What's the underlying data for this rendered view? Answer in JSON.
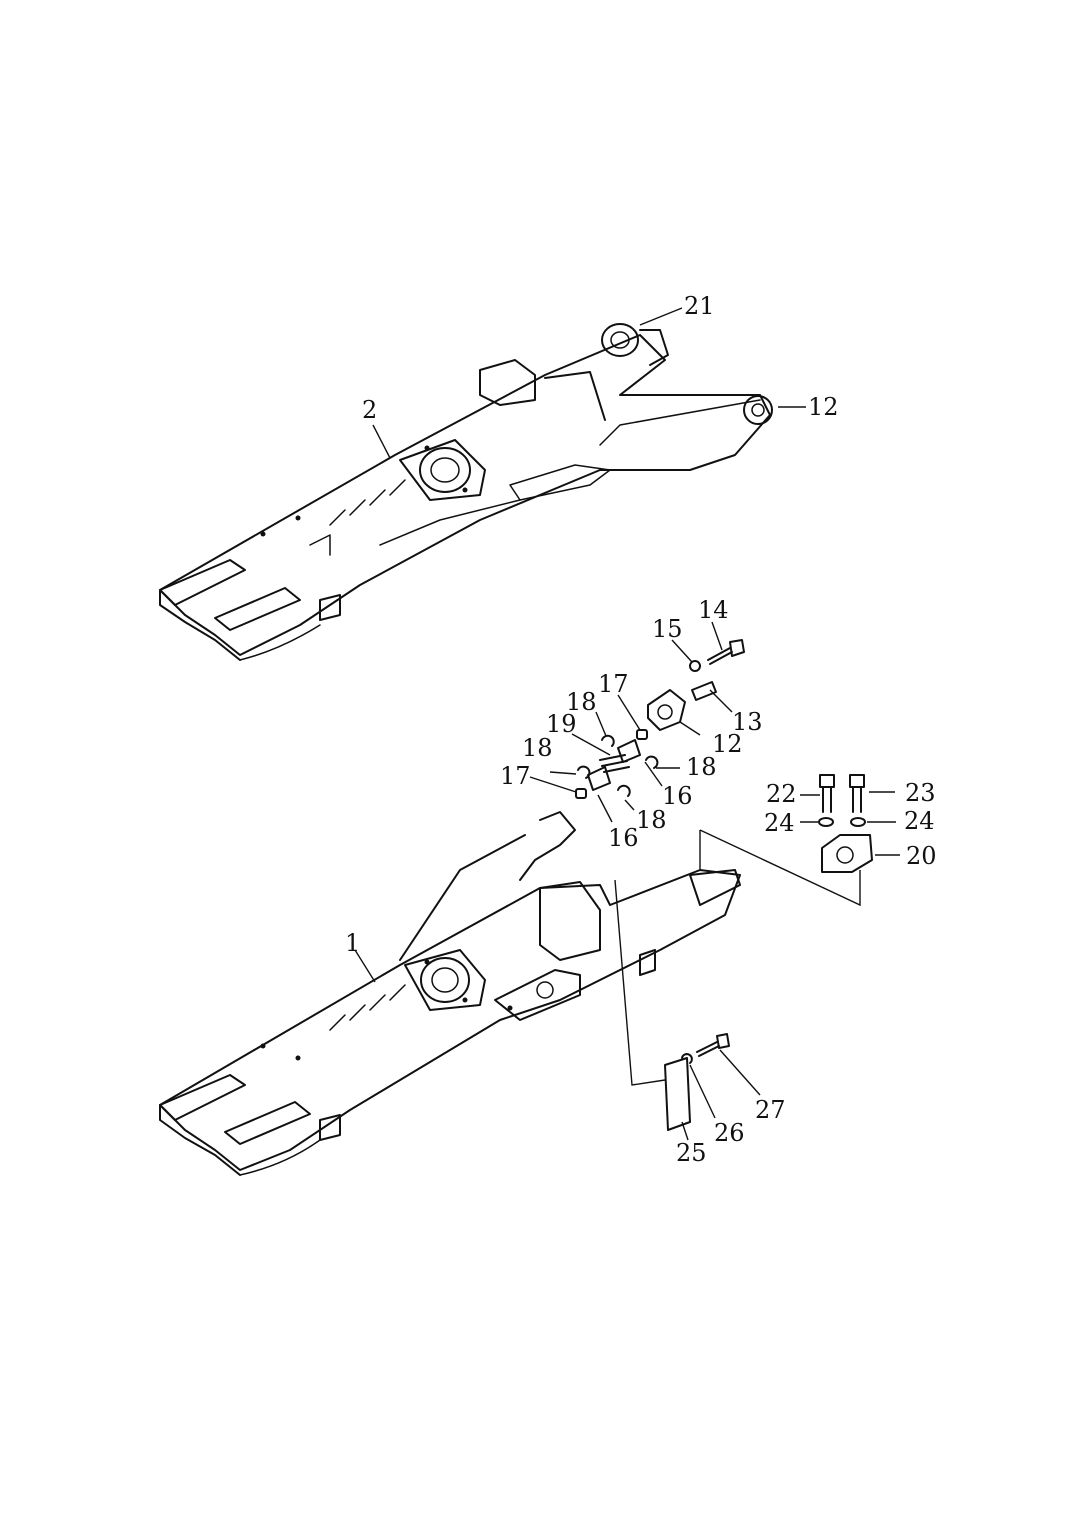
{
  "diagram": {
    "type": "exploded-parts-drawing",
    "colors": {
      "ink": "#111111",
      "paper": "#ffffff"
    },
    "callouts": {
      "c21": "21",
      "c2": "2",
      "c12_top": "12",
      "c14": "14",
      "c15": "15",
      "c17_a": "17",
      "c13": "13",
      "c18_a": "18",
      "c12_mid": "12",
      "c19": "19",
      "c18_b": "18",
      "c18_c": "18",
      "c16_a": "16",
      "c17_b": "17",
      "c18_d": "18",
      "c16_b": "16",
      "c22": "22",
      "c23": "23",
      "c24_a": "24",
      "c24_b": "24",
      "c20": "20",
      "c1": "1",
      "c27": "27",
      "c26": "26",
      "c25": "25"
    }
  }
}
